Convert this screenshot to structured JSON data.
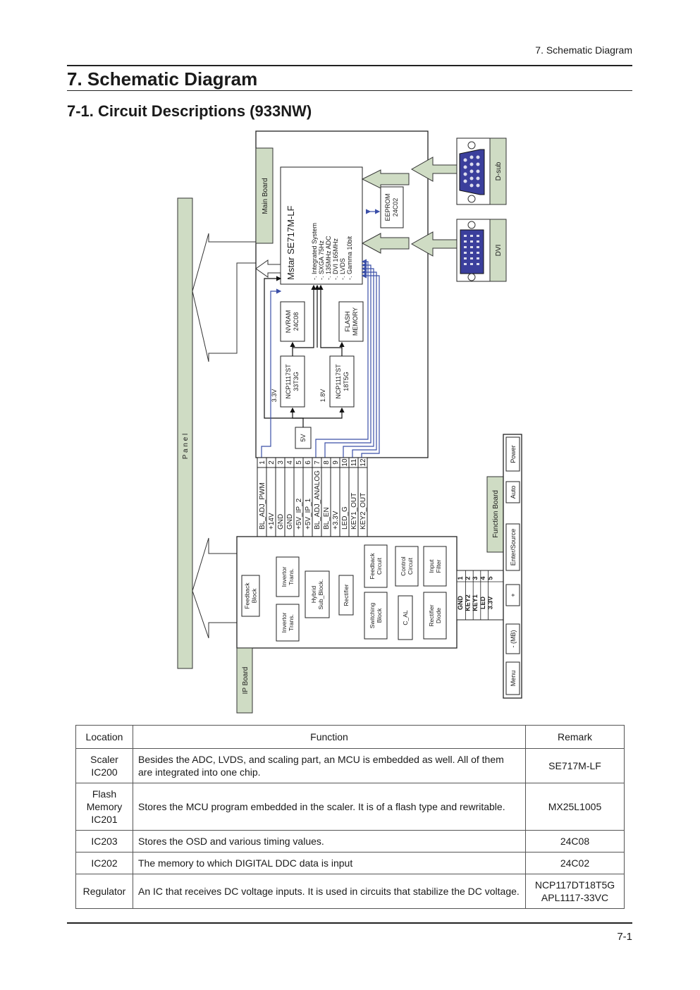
{
  "header": {
    "running_title": "7. Schematic Diagram"
  },
  "title": "7. Schematic Diagram",
  "subtitle": "7-1. Circuit Descriptions (933NW)",
  "diagram": {
    "panel": "P a n e l",
    "main_board": "Main Board",
    "ip_board": "IP Board",
    "function_board": "Function Board",
    "scaler_title": "Mstar  SE717M-LF",
    "scaler_features": [
      "-. Integrated System",
      "-. SXGA 75Hz",
      "-. 135MHz ADC",
      "-. DVI 165MHz",
      "-. LVDS",
      "-. Gamma 10bit"
    ],
    "eeprom": [
      "EEPROM",
      "24C02"
    ],
    "nvram": [
      "NVRAM",
      "24C08"
    ],
    "flash": [
      "FLASH",
      "MEMORY"
    ],
    "reg1": [
      "NCP1117ST",
      "33T3G"
    ],
    "reg2": [
      "NCP1117ST",
      "18T5G"
    ],
    "v33": "3.3V",
    "v18": "1.8V",
    "v5": "5V",
    "dsub": "D-sub",
    "dvi": "DVI",
    "pin_numbers": [
      "1",
      "2",
      "3",
      "4",
      "5",
      "6",
      "7",
      "8",
      "9",
      "10",
      "11",
      "12"
    ],
    "pin_names": [
      "BL_ADJ_PWM",
      "+14V",
      "GND",
      "GND",
      "+5V_IP_2",
      "+5V_IP_1",
      "BL_ADJ_ANALOG",
      "BL_EN",
      "+3.3V",
      "LED_G",
      "KEY1_OUT",
      "KEY2_OUT"
    ],
    "ip_blocks": {
      "feedback_block": [
        "Feedback",
        "Block"
      ],
      "invertor1": [
        "Invertor",
        "Trans."
      ],
      "invertor2": [
        "Invertor",
        "Trans."
      ],
      "hybrid": [
        "Hybrid",
        "Sub_Block."
      ],
      "rectifier": [
        "Rectifier"
      ],
      "feedback_circuit": [
        "Feedback",
        "Circuit"
      ],
      "switching": [
        "Switching",
        "Block"
      ],
      "control": [
        "Control",
        "Circuit"
      ],
      "cal": [
        "C_AL"
      ],
      "input_filter": [
        "Input",
        "Filter"
      ],
      "rectifier_diode": [
        "Rectifier",
        "Diode"
      ]
    },
    "fb_pins": [
      "1",
      "2",
      "3",
      "4",
      "5"
    ],
    "fb_pin_names": [
      "GND",
      "KEY2",
      "KEY1",
      "LED",
      "3.3V"
    ],
    "fb_buttons": [
      "Power",
      "Auto",
      "Enter/Source",
      "+",
      "- (MB)",
      "Menu"
    ]
  },
  "table": {
    "headers": [
      "Location",
      "Function",
      "Remark"
    ],
    "rows": [
      {
        "location": [
          "Scaler",
          "IC200"
        ],
        "function": "Besides the ADC, LVDS, and scaling part, an MCU is embedded as well. All of them are integrated into one chip.",
        "remark": [
          "SE717M-LF"
        ]
      },
      {
        "location": [
          "Flash",
          "Memory",
          "IC201"
        ],
        "function": "Stores the MCU program embedded in the scaler. It is of a flash type and rewritable.",
        "remark": [
          "MX25L1005"
        ]
      },
      {
        "location": [
          "IC203"
        ],
        "function": "Stores the OSD and various timing values.",
        "remark": [
          "24C08"
        ]
      },
      {
        "location": [
          "IC202"
        ],
        "function": "The memory to which DIGITAL DDC data is input",
        "remark": [
          "24C02"
        ]
      },
      {
        "location": [
          "Regulator"
        ],
        "function": "An IC that receives DC voltage inputs. It is used in circuits that stabilize the DC voltage.",
        "remark": [
          "NCP117DT18T5G",
          "APL1117-33VC"
        ]
      }
    ]
  },
  "footer": {
    "page": "7-1"
  }
}
